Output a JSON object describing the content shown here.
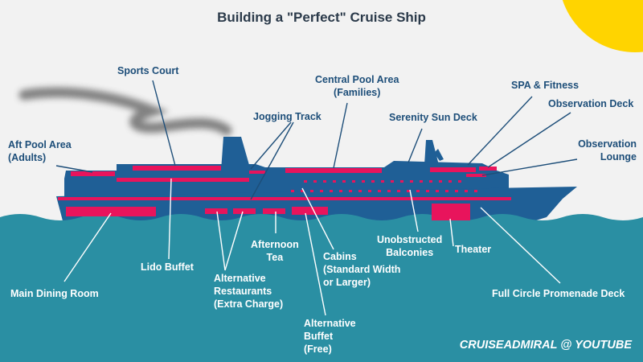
{
  "title": "Building a \"Perfect\" Cruise Ship",
  "credit": "CRUISEADMIRAL @ YOUTUBE",
  "colors": {
    "background": "#f2f2f2",
    "sea": "#2a8fa3",
    "hull": "#1f5f96",
    "highlight": "#e8145c",
    "label_dark": "#1d4e79",
    "label_light": "#ffffff",
    "sun": "#ffd400"
  },
  "labels": {
    "aft_pool": "Aft Pool Area\n(Adults)",
    "sports_court": "Sports Court",
    "jogging_track": "Jogging Track",
    "central_pool": "Central Pool Area\n(Families)",
    "serenity_deck": "Serenity Sun Deck",
    "spa": "SPA & Fitness",
    "observation_deck": "Observation Deck",
    "observation_lounge": "Observation\nLounge",
    "main_dining": "Main Dining Room",
    "lido_buffet": "Lido Buffet",
    "alt_restaurants": "Alternative\nRestaurants\n(Extra Charge)",
    "afternoon_tea": "Afternoon\nTea",
    "alt_buffet": "Alternative\nBuffet\n(Free)",
    "cabins": "Cabins\n(Standard Width\nor Larger)",
    "balconies": "Unobstructed\nBalconies",
    "theater": "Theater",
    "promenade": "Full Circle Promenade Deck"
  }
}
